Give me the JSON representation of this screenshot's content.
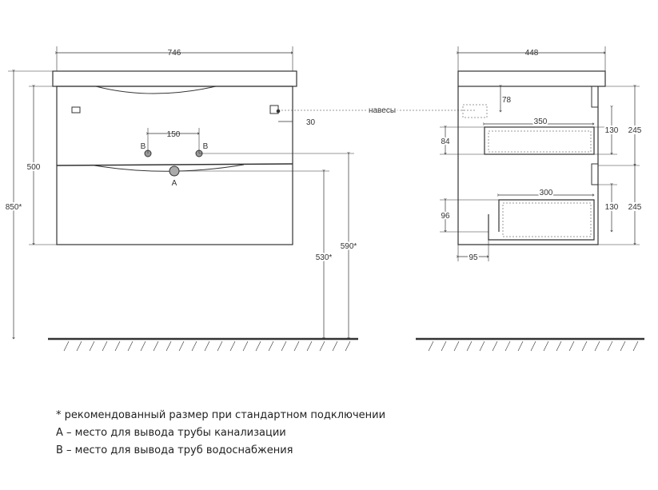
{
  "front": {
    "width": "746",
    "height_cabinet": "500",
    "height_total": "850*",
    "hole_spacing": "150",
    "label_b_left": "B",
    "label_b_right": "B",
    "label_a": "A",
    "hanger_offset": "30",
    "height_590": "590*",
    "height_530": "530*"
  },
  "side": {
    "depth": "448",
    "dim_78": "78",
    "dim_350": "350",
    "dim_300": "300",
    "dim_84": "84",
    "dim_96": "96",
    "dim_130_top": "130",
    "dim_130_bottom": "130",
    "dim_245_top": "245",
    "dim_245_bottom": "245",
    "dim_95": "95"
  },
  "hanger_label": "навесы",
  "notes": {
    "line1": "* рекомендованный размер при стандартном подключении",
    "line2": "А – место для вывода трубы канализации",
    "line3": "В – место для вывода труб водоснабжения"
  }
}
